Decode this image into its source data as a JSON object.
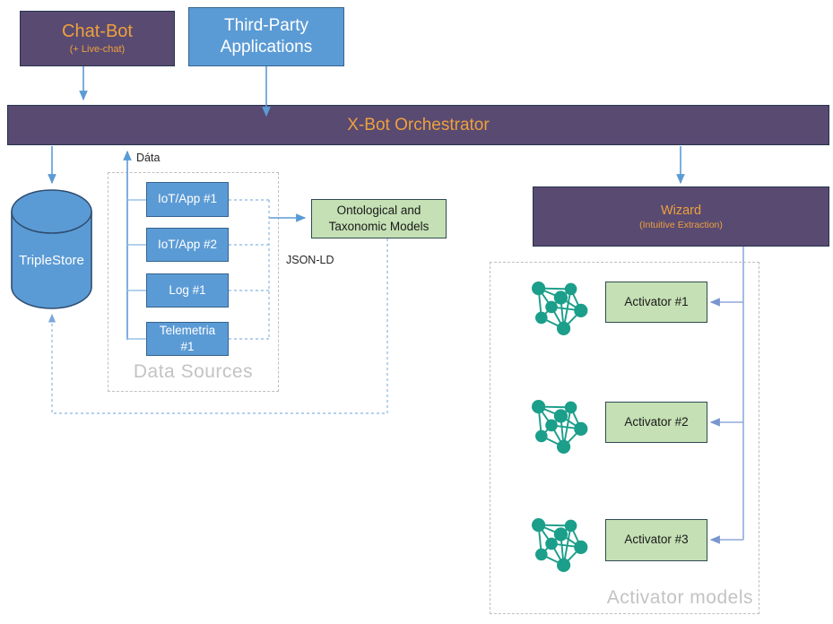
{
  "nodes": {
    "chat_bot": {
      "title": "Chat-Bot",
      "subtitle": "(+ Live-chat)"
    },
    "third_party_apps": {
      "label": "Third-Party Applications"
    },
    "orchestrator": {
      "label": "X-Bot Orchestrator"
    },
    "triplestore": {
      "label": "TripleStore"
    },
    "ontological_models": {
      "label": "Ontological and Taxonomic Models"
    },
    "wizard": {
      "title": "Wizard",
      "subtitle": "(Intuitive Extraction)"
    }
  },
  "groups": {
    "data_sources": {
      "label": "Data Sources",
      "items": [
        {
          "label": "IoT/App #1"
        },
        {
          "label": "IoT/App #2"
        },
        {
          "label": "Log #1"
        },
        {
          "label": "Telemetria #1"
        }
      ]
    },
    "activator_models": {
      "label": "Activator models",
      "items": [
        {
          "label": "Activator #1"
        },
        {
          "label": "Activator #2"
        },
        {
          "label": "Activator #3"
        }
      ]
    }
  },
  "edge_labels": {
    "data": "Dáta",
    "json_ld": "JSON-LD"
  },
  "icons": [
    {
      "name": "network-graph-icon",
      "color": "#1B9E8A",
      "count": 3
    }
  ],
  "colors": {
    "node_purple": "#594A72",
    "node_blue": "#5B9BD5",
    "node_green": "#C5E0B4",
    "accent_orange": "#EDA13B",
    "graph_teal": "#1B9E8A",
    "connector_blue": "#5B9BD5",
    "connector_light_blue": "#9CC2E5",
    "connector_feeder_blue": "#8FAADC",
    "group_border_gray": "#BFBFBF",
    "background": "#FFFFFF"
  }
}
